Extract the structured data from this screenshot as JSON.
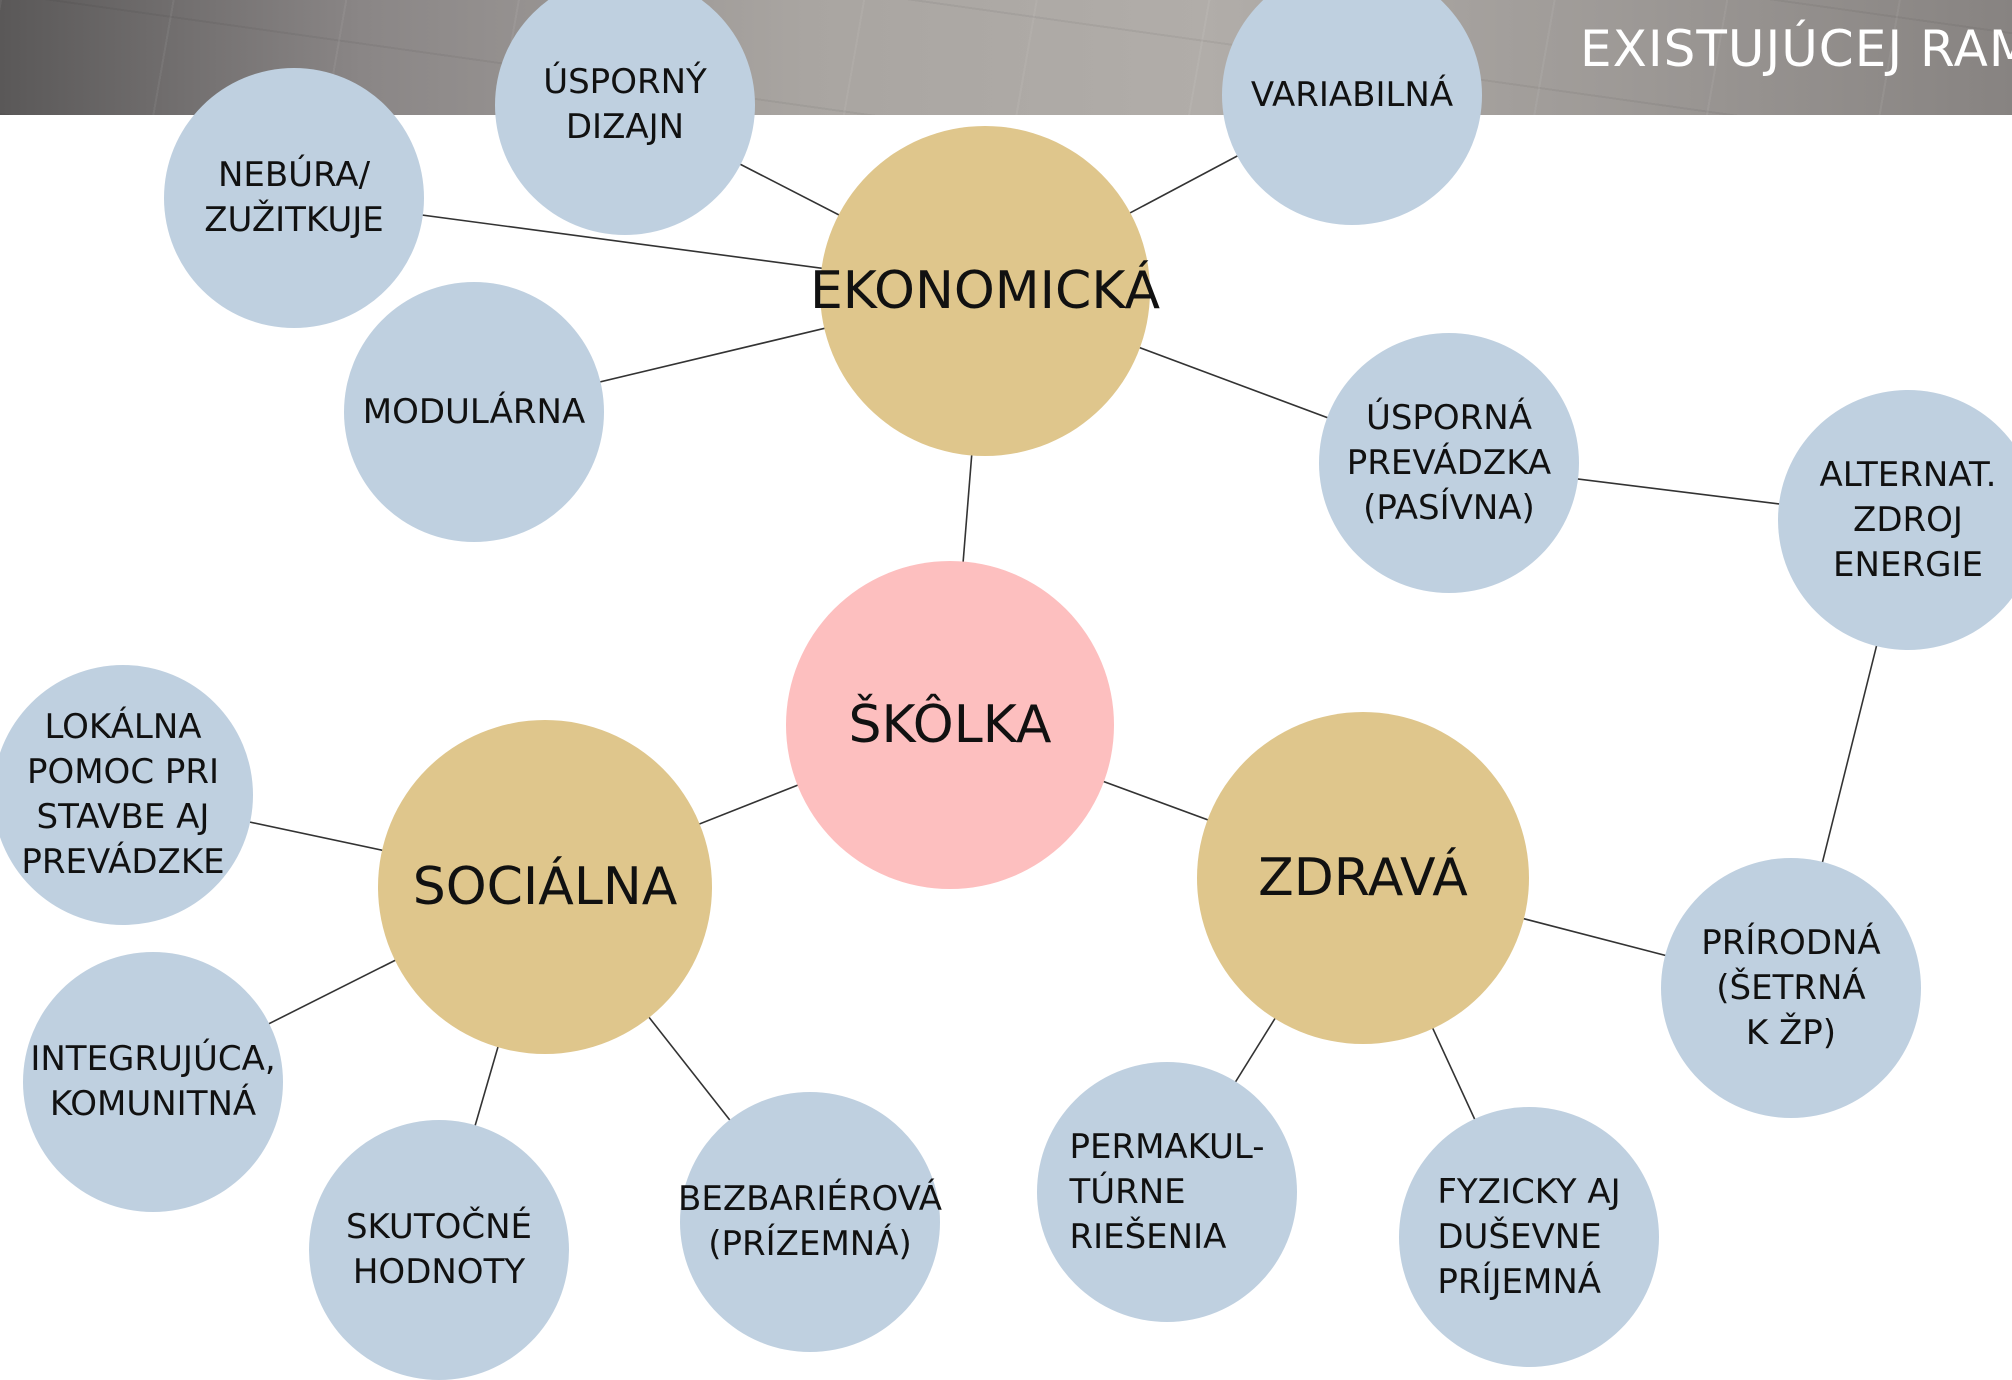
{
  "header": {
    "heading": "EXISTUJÚCEJ RAM"
  },
  "colors": {
    "core": "#fdbfbf",
    "hub": "#dfc68c",
    "leaf": "#bfd0e0",
    "line": "#333333"
  },
  "diagram": {
    "core": "ŠKÔLKA",
    "hubs": {
      "economic": "EKONOMICKÁ",
      "social": "SOCIÁLNA",
      "healthy": "ZDRAVÁ"
    },
    "leaves": {
      "efficient_design": "ÚSPORNÝ\nDIZAJN",
      "variable": "VARIABILNÁ",
      "no_demolition": "NEBÚRA/\nZUŽITKUJE",
      "modular": "MODULÁRNA",
      "efficient_operation": "ÚSPORNÁ\nPREVÁDZKA\n(PASÍVNA)",
      "alt_energy": "ALTERNAT.\nZDROJ\nENERGIE",
      "local_help": "LOKÁLNA\nPOMOC PRI\nSTAVBE AJ\nPREVÁDZKE",
      "integrating": "INTEGRUJÚCA,\nKOMUNITNÁ",
      "real_values": "SKUTOČNÉ\nHODNOTY",
      "barrier_free": "BEZBARIÉROVÁ\n(PRÍZEMNÁ)",
      "permaculture": "PERMAKUL-\nTÚRNE\nRIEŠENIA",
      "physically_pleasant": "FYZICKY AJ\nDUŠEVNE\nPRÍJEMNÁ",
      "natural": "PRÍRODNÁ\n(ŠETRNÁ\nK ŽP)"
    }
  }
}
